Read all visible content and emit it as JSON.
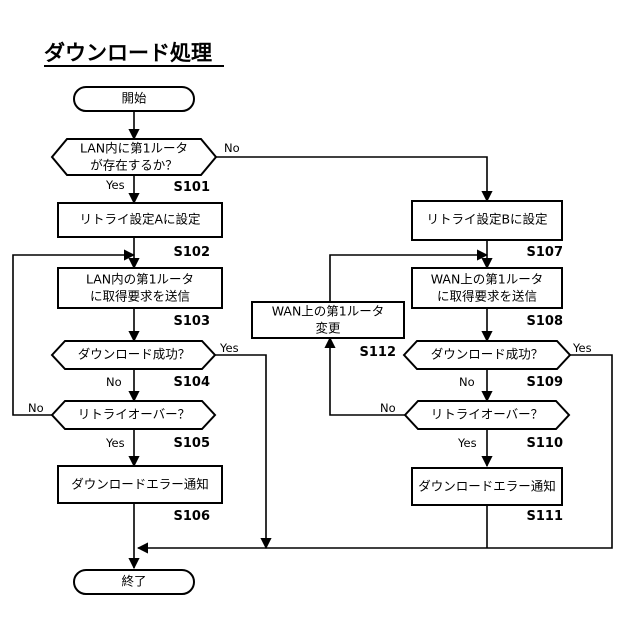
{
  "title": "ダウンロード処理",
  "nodes": {
    "start": "開始",
    "d1": [
      "LAN内に第1ルータ",
      "が存在するか？"
    ],
    "p_a": "リトライ設定Aに設定",
    "p_lan": [
      "LAN内の第1ルータ",
      "に取得要求を送信"
    ],
    "d2": "ダウンロード成功？",
    "d3": "リトライオーバー？",
    "p_err1": "ダウンロードエラー通知",
    "end": "終了",
    "p_b": "リトライ設定Bに設定",
    "p_wan": [
      "WAN上の第1ルータ",
      "に取得要求を送信"
    ],
    "d4": "ダウンロード成功？",
    "d5": "リトライオーバー？",
    "p_err2": "ダウンロードエラー通知",
    "p_chg": [
      "WAN上の第1ルータ",
      "変更"
    ]
  },
  "steps": {
    "s101": "S101",
    "s102": "S102",
    "s103": "S103",
    "s104": "S104",
    "s105": "S105",
    "s106": "S106",
    "s107": "S107",
    "s108": "S108",
    "s109": "S109",
    "s110": "S110",
    "s111": "S111",
    "s112": "S112"
  },
  "labels": {
    "d1_no": "No",
    "d1_yes": "Yes",
    "d2_yes": "Yes",
    "d2_no": "No",
    "d3_no": "No",
    "d3_yes": "Yes",
    "d4_yes": "Yes",
    "d4_no": "No",
    "d5_no": "No",
    "d5_yes": "Yes"
  }
}
